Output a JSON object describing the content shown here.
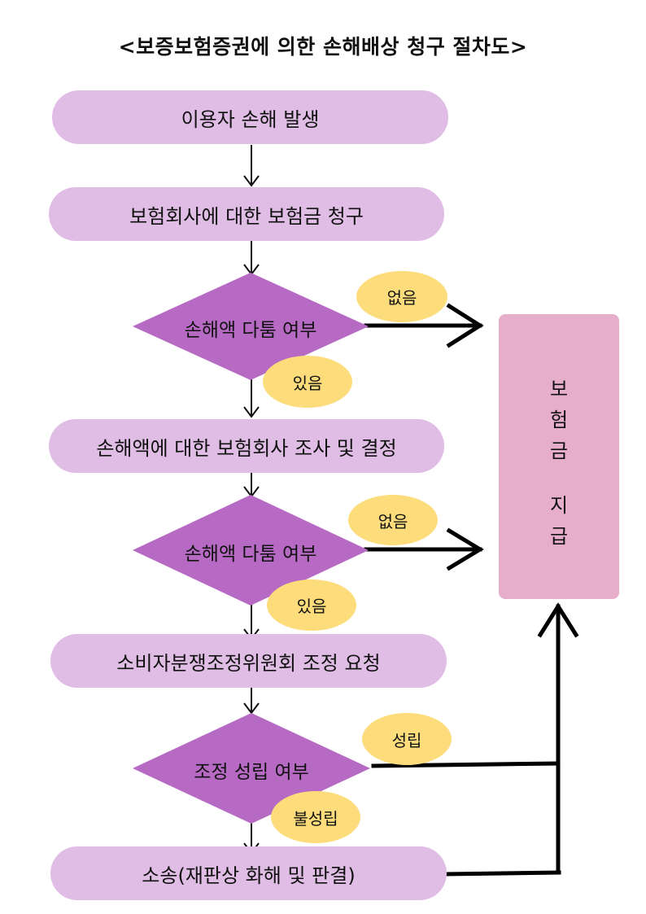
{
  "title": "<보증보험증권에 의한 손해배상 청구 절차도>",
  "steps": [
    {
      "label": "이용자 손해 발생"
    },
    {
      "label": "보험회사에 대한 보험금 청구"
    },
    {
      "label": "손해액에 대한 보험회사 조사 및 결정"
    },
    {
      "label": "소비자분쟁조정위원회 조정 요청"
    },
    {
      "label": "소송(재판상 화해 및 판결)"
    }
  ],
  "decisions": [
    {
      "label": "손해액 다툼 여부",
      "no_label": "없음",
      "yes_label": "있음"
    },
    {
      "label": "손해액 다툼 여부",
      "no_label": "없음",
      "yes_label": "있음"
    },
    {
      "label": "조정 성립 여부",
      "no_label": "성립",
      "yes_label": "불성립"
    }
  ],
  "outcome": {
    "chars": [
      "보",
      "험",
      "금",
      "지",
      "급"
    ]
  },
  "colors": {
    "step_fill": "#dfbde4",
    "decision_fill": "#b76ac4",
    "badge_fill": "#fddd7b",
    "outcome_fill": "#e6aecb"
  }
}
